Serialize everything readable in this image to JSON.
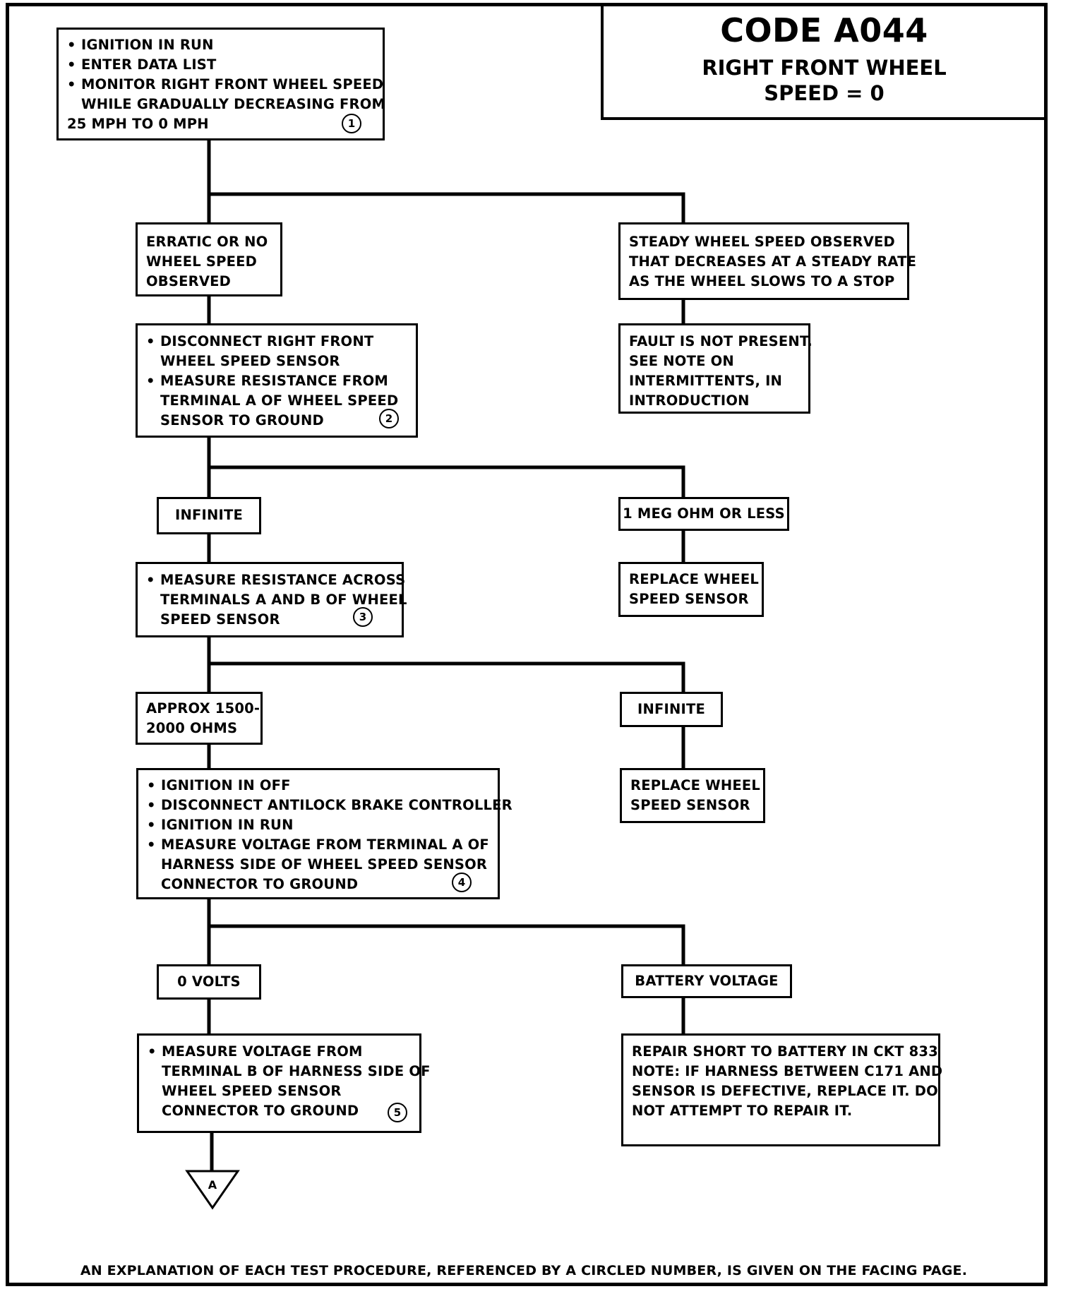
{
  "title": {
    "code": "CODE A044",
    "subtitle_line1": "RIGHT FRONT WHEEL",
    "subtitle_line2": "SPEED = 0"
  },
  "steps": {
    "s1": {
      "lines": [
        "IGNITION IN RUN",
        "ENTER DATA LIST",
        "MONITOR RIGHT FRONT WHEEL SPEED",
        "WHILE GRADUALLY DECREASING FROM",
        "25 MPH TO 0 MPH"
      ],
      "ref": "1"
    },
    "s2": {
      "lines": [
        "DISCONNECT RIGHT FRONT",
        "WHEEL SPEED SENSOR",
        "MEASURE RESISTANCE FROM",
        "TERMINAL A OF WHEEL SPEED",
        "SENSOR TO GROUND"
      ],
      "ref": "2"
    },
    "s3": {
      "lines": [
        "MEASURE RESISTANCE ACROSS",
        "TERMINALS A AND B OF WHEEL",
        "SPEED SENSOR"
      ],
      "ref": "3"
    },
    "s4": {
      "lines": [
        "IGNITION IN OFF",
        "DISCONNECT ANTILOCK BRAKE CONTROLLER",
        "IGNITION IN RUN",
        "MEASURE VOLTAGE FROM TERMINAL A OF",
        "HARNESS SIDE OF WHEEL SPEED SENSOR",
        "CONNECTOR TO GROUND"
      ],
      "ref": "4"
    },
    "s5": {
      "lines": [
        "MEASURE VOLTAGE FROM",
        "TERMINAL B OF HARNESS SIDE OF",
        "WHEEL SPEED SENSOR",
        "CONNECTOR TO GROUND"
      ],
      "ref": "5"
    }
  },
  "results": {
    "erratic": [
      "ERRATIC OR NO",
      "WHEEL SPEED",
      "OBSERVED"
    ],
    "steady": [
      "STEADY WHEEL SPEED OBSERVED",
      "THAT DECREASES AT A STEADY RATE",
      "AS THE WHEEL SLOWS TO A STOP"
    ],
    "fault_not_present": [
      "FAULT IS NOT PRESENT.",
      "SEE NOTE ON",
      "INTERMITTENTS, IN",
      "INTRODUCTION"
    ],
    "infinite_1": "INFINITE",
    "one_meg": "1 MEG OHM OR LESS",
    "replace_sensor_1": [
      "REPLACE WHEEL",
      "SPEED SENSOR"
    ],
    "approx_ohms": [
      "APPROX 1500-",
      "2000 OHMS"
    ],
    "infinite_2": "INFINITE",
    "replace_sensor_2": [
      "REPLACE WHEEL",
      "SPEED SENSOR"
    ],
    "zero_volts": "0 VOLTS",
    "battery_voltage": "BATTERY VOLTAGE",
    "repair_short": [
      "REPAIR SHORT TO BATTERY IN CKT 833",
      "NOTE: IF HARNESS BETWEEN C171 AND",
      "SENSOR IS DEFECTIVE, REPLACE IT. DO",
      "NOT ATTEMPT TO REPAIR IT."
    ]
  },
  "off_page_connector": "A",
  "footer": "AN EXPLANATION OF EACH TEST PROCEDURE, REFERENCED BY A CIRCLED NUMBER, IS GIVEN ON THE FACING PAGE."
}
